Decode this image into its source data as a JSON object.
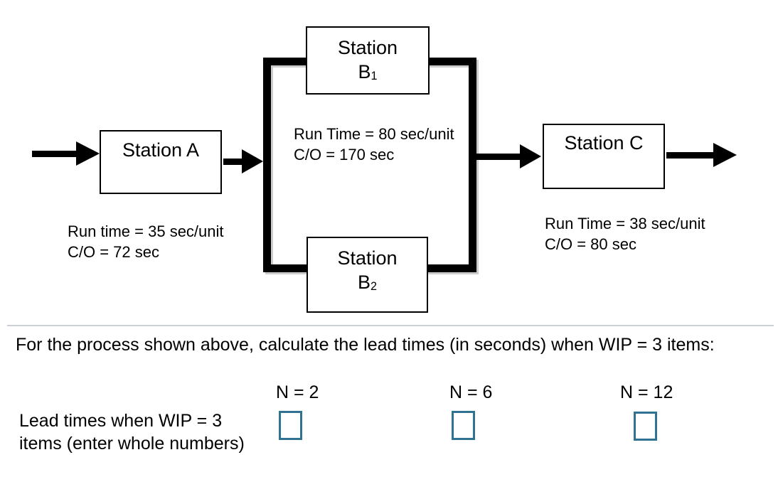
{
  "diagram": {
    "stations": {
      "a": {
        "label": "Station A"
      },
      "b1": {
        "line1": "Station",
        "base": "B",
        "sub": "1"
      },
      "b2": {
        "line1": "Station",
        "base": "B",
        "sub": "2"
      },
      "c": {
        "label": "Station C"
      }
    },
    "annotations": {
      "station_a": {
        "line1": "Run time = 35 sec/unit",
        "line2": "C/O = 72 sec"
      },
      "station_b": {
        "line1": "Run Time = 80 sec/unit",
        "line2": "C/O = 170 sec"
      },
      "station_c": {
        "line1": "Run Time = 38 sec/unit",
        "line2": "C/O = 80 sec"
      }
    }
  },
  "question": {
    "prompt": "For the process shown above, calculate the lead times (in seconds) when WIP = 3 items:",
    "row_label_line1": "Lead times when WIP = 3",
    "row_label_line2": "items (enter whole numbers)",
    "columns": [
      {
        "label": "N = 2",
        "value": ""
      },
      {
        "label": "N = 6",
        "value": ""
      },
      {
        "label": "N = 12",
        "value": ""
      }
    ]
  },
  "colors": {
    "flow_line": "#000000",
    "input_border": "#2f7291",
    "divider": "#cbd1d8"
  }
}
